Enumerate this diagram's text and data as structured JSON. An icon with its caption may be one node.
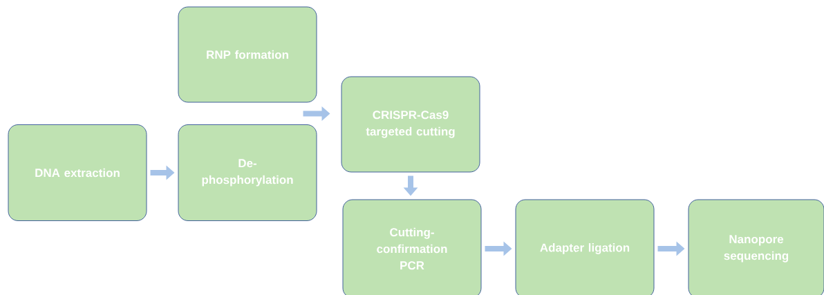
{
  "diagram": {
    "nodes": [
      {
        "text": [
          "DNA extraction"
        ]
      },
      {
        "text": [
          "RNP formation"
        ]
      },
      {
        "text": [
          "De-phosphorylation"
        ]
      },
      {
        "text": [
          "CRISPR-Cas9 targeted cutting"
        ]
      },
      {
        "text": [
          "Cutting-confirmation PCR"
        ]
      },
      {
        "text": [
          "Adapter ligation"
        ]
      },
      {
        "text": [
          "Nanopore sequencing"
        ]
      }
    ],
    "edges": [
      {
        "from": 0,
        "to": 2,
        "arrow": "to"
      },
      {
        "from": 1,
        "to": 3,
        "arrow": "to"
      },
      {
        "from": 2,
        "to": 3,
        "arrow": "to"
      },
      {
        "from": 3,
        "to": 4,
        "arrow": "to"
      },
      {
        "from": 4,
        "to": 5,
        "arrow": "to"
      },
      {
        "from": 5,
        "to": 6,
        "arrow": "to"
      }
    ]
  }
}
